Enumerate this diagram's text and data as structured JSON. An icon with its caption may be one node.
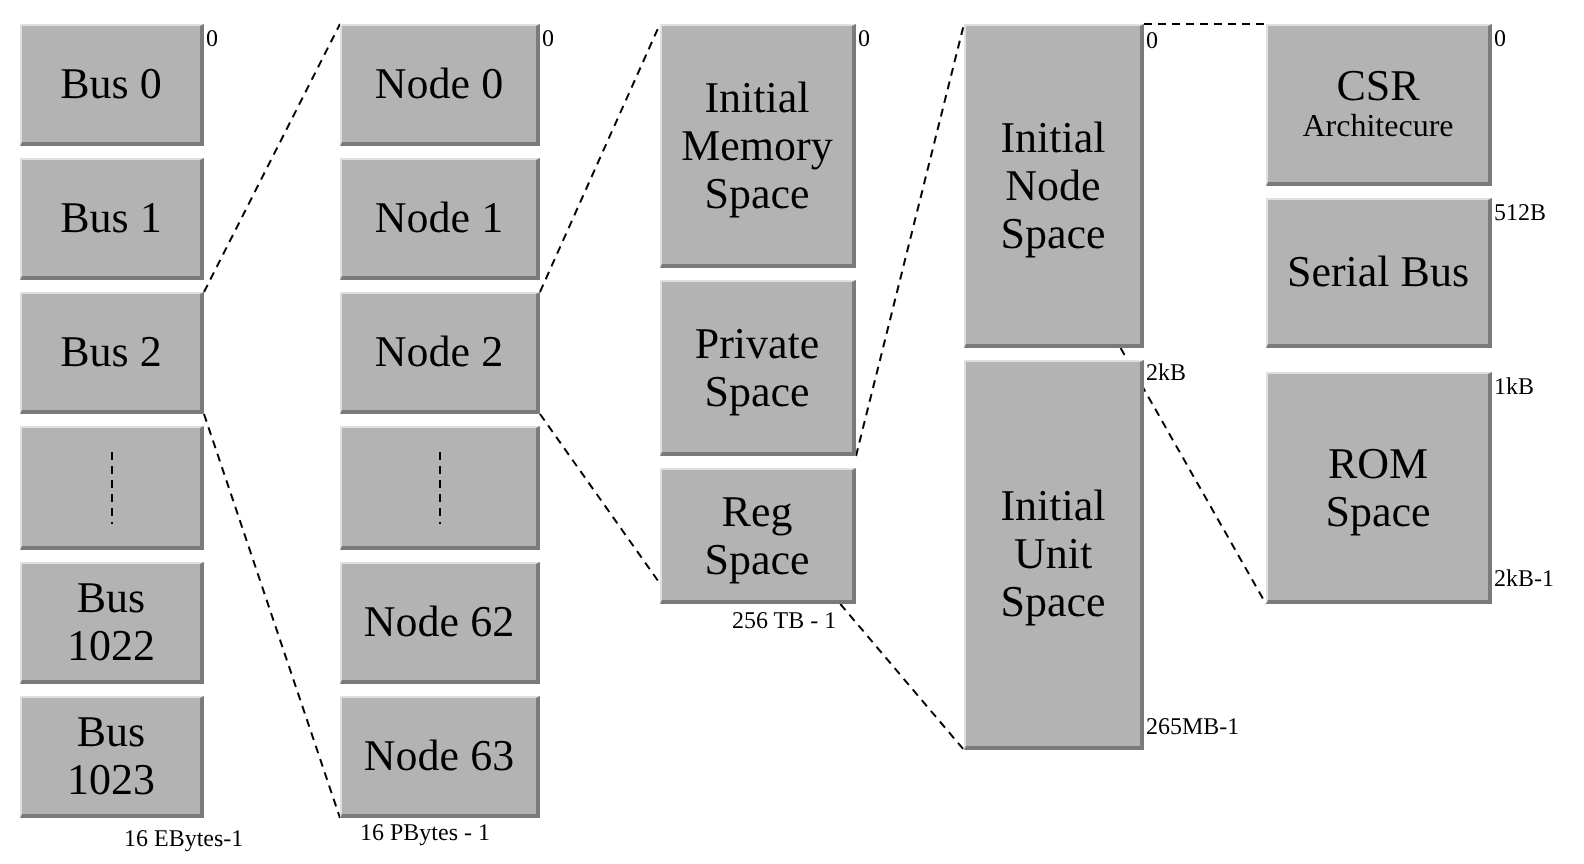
{
  "diagram": {
    "nodes": [
      {
        "text": [
          "Bus 0"
        ],
        "beside": [
          "0"
        ]
      },
      {
        "text": [
          "Bus 1"
        ]
      },
      {
        "text": [
          "Bus 2"
        ]
      },
      {
        "text": [],
        "shape": "box"
      },
      {
        "text": [
          "Bus 1022"
        ]
      },
      {
        "text": [
          "Bus 1023"
        ],
        "beside": [
          "16 EBytes-1"
        ]
      },
      {
        "text": [
          "Node 0"
        ],
        "beside": [
          "0"
        ]
      },
      {
        "text": [
          "Node 1"
        ]
      },
      {
        "text": [
          "Node 2"
        ]
      },
      {
        "text": [],
        "shape": "box"
      },
      {
        "text": [
          "Node 62"
        ]
      },
      {
        "text": [
          "Node 63"
        ],
        "beside": [
          "16 PBytes - 1"
        ]
      },
      {
        "text": [
          "Initial Memory Space"
        ],
        "beside": [
          "0"
        ]
      },
      {
        "text": [
          "Private Space"
        ]
      },
      {
        "text": [
          "Reg Space"
        ],
        "beside": [
          "256 TB - 1"
        ]
      },
      {
        "text": [
          "Initial Node Space"
        ],
        "beside": [
          "0"
        ]
      },
      {
        "text": [
          "Initial Unit Space"
        ],
        "beside": [
          "2kB",
          "265MB-1"
        ]
      },
      {
        "text": [
          "CSR",
          "Architecure"
        ],
        "beside": [
          "0"
        ]
      },
      {
        "text": [
          "Serial Bus"
        ],
        "beside": [
          "512B"
        ]
      },
      {
        "text": [
          "ROM Space"
        ],
        "beside": [
          "1kB",
          "2kB-1"
        ]
      }
    ],
    "edges": [
      {
        "from": 2,
        "to": 6,
        "arrow": "none",
        "style": "dashed"
      },
      {
        "from": 2,
        "to": 11,
        "arrow": "none",
        "style": "dashed"
      },
      {
        "from": 8,
        "to": 12,
        "arrow": "none",
        "style": "dashed"
      },
      {
        "from": 8,
        "to": 14,
        "arrow": "none",
        "style": "dashed"
      },
      {
        "from": 13,
        "to": 15,
        "arrow": "none",
        "style": "dashed"
      },
      {
        "from": 14,
        "to": 16,
        "arrow": "none",
        "style": "dashed"
      },
      {
        "from": 15,
        "to": 17,
        "arrow": "none",
        "style": "dashed"
      },
      {
        "from": 15,
        "to": 19,
        "arrow": "none",
        "style": "dashed"
      }
    ]
  }
}
